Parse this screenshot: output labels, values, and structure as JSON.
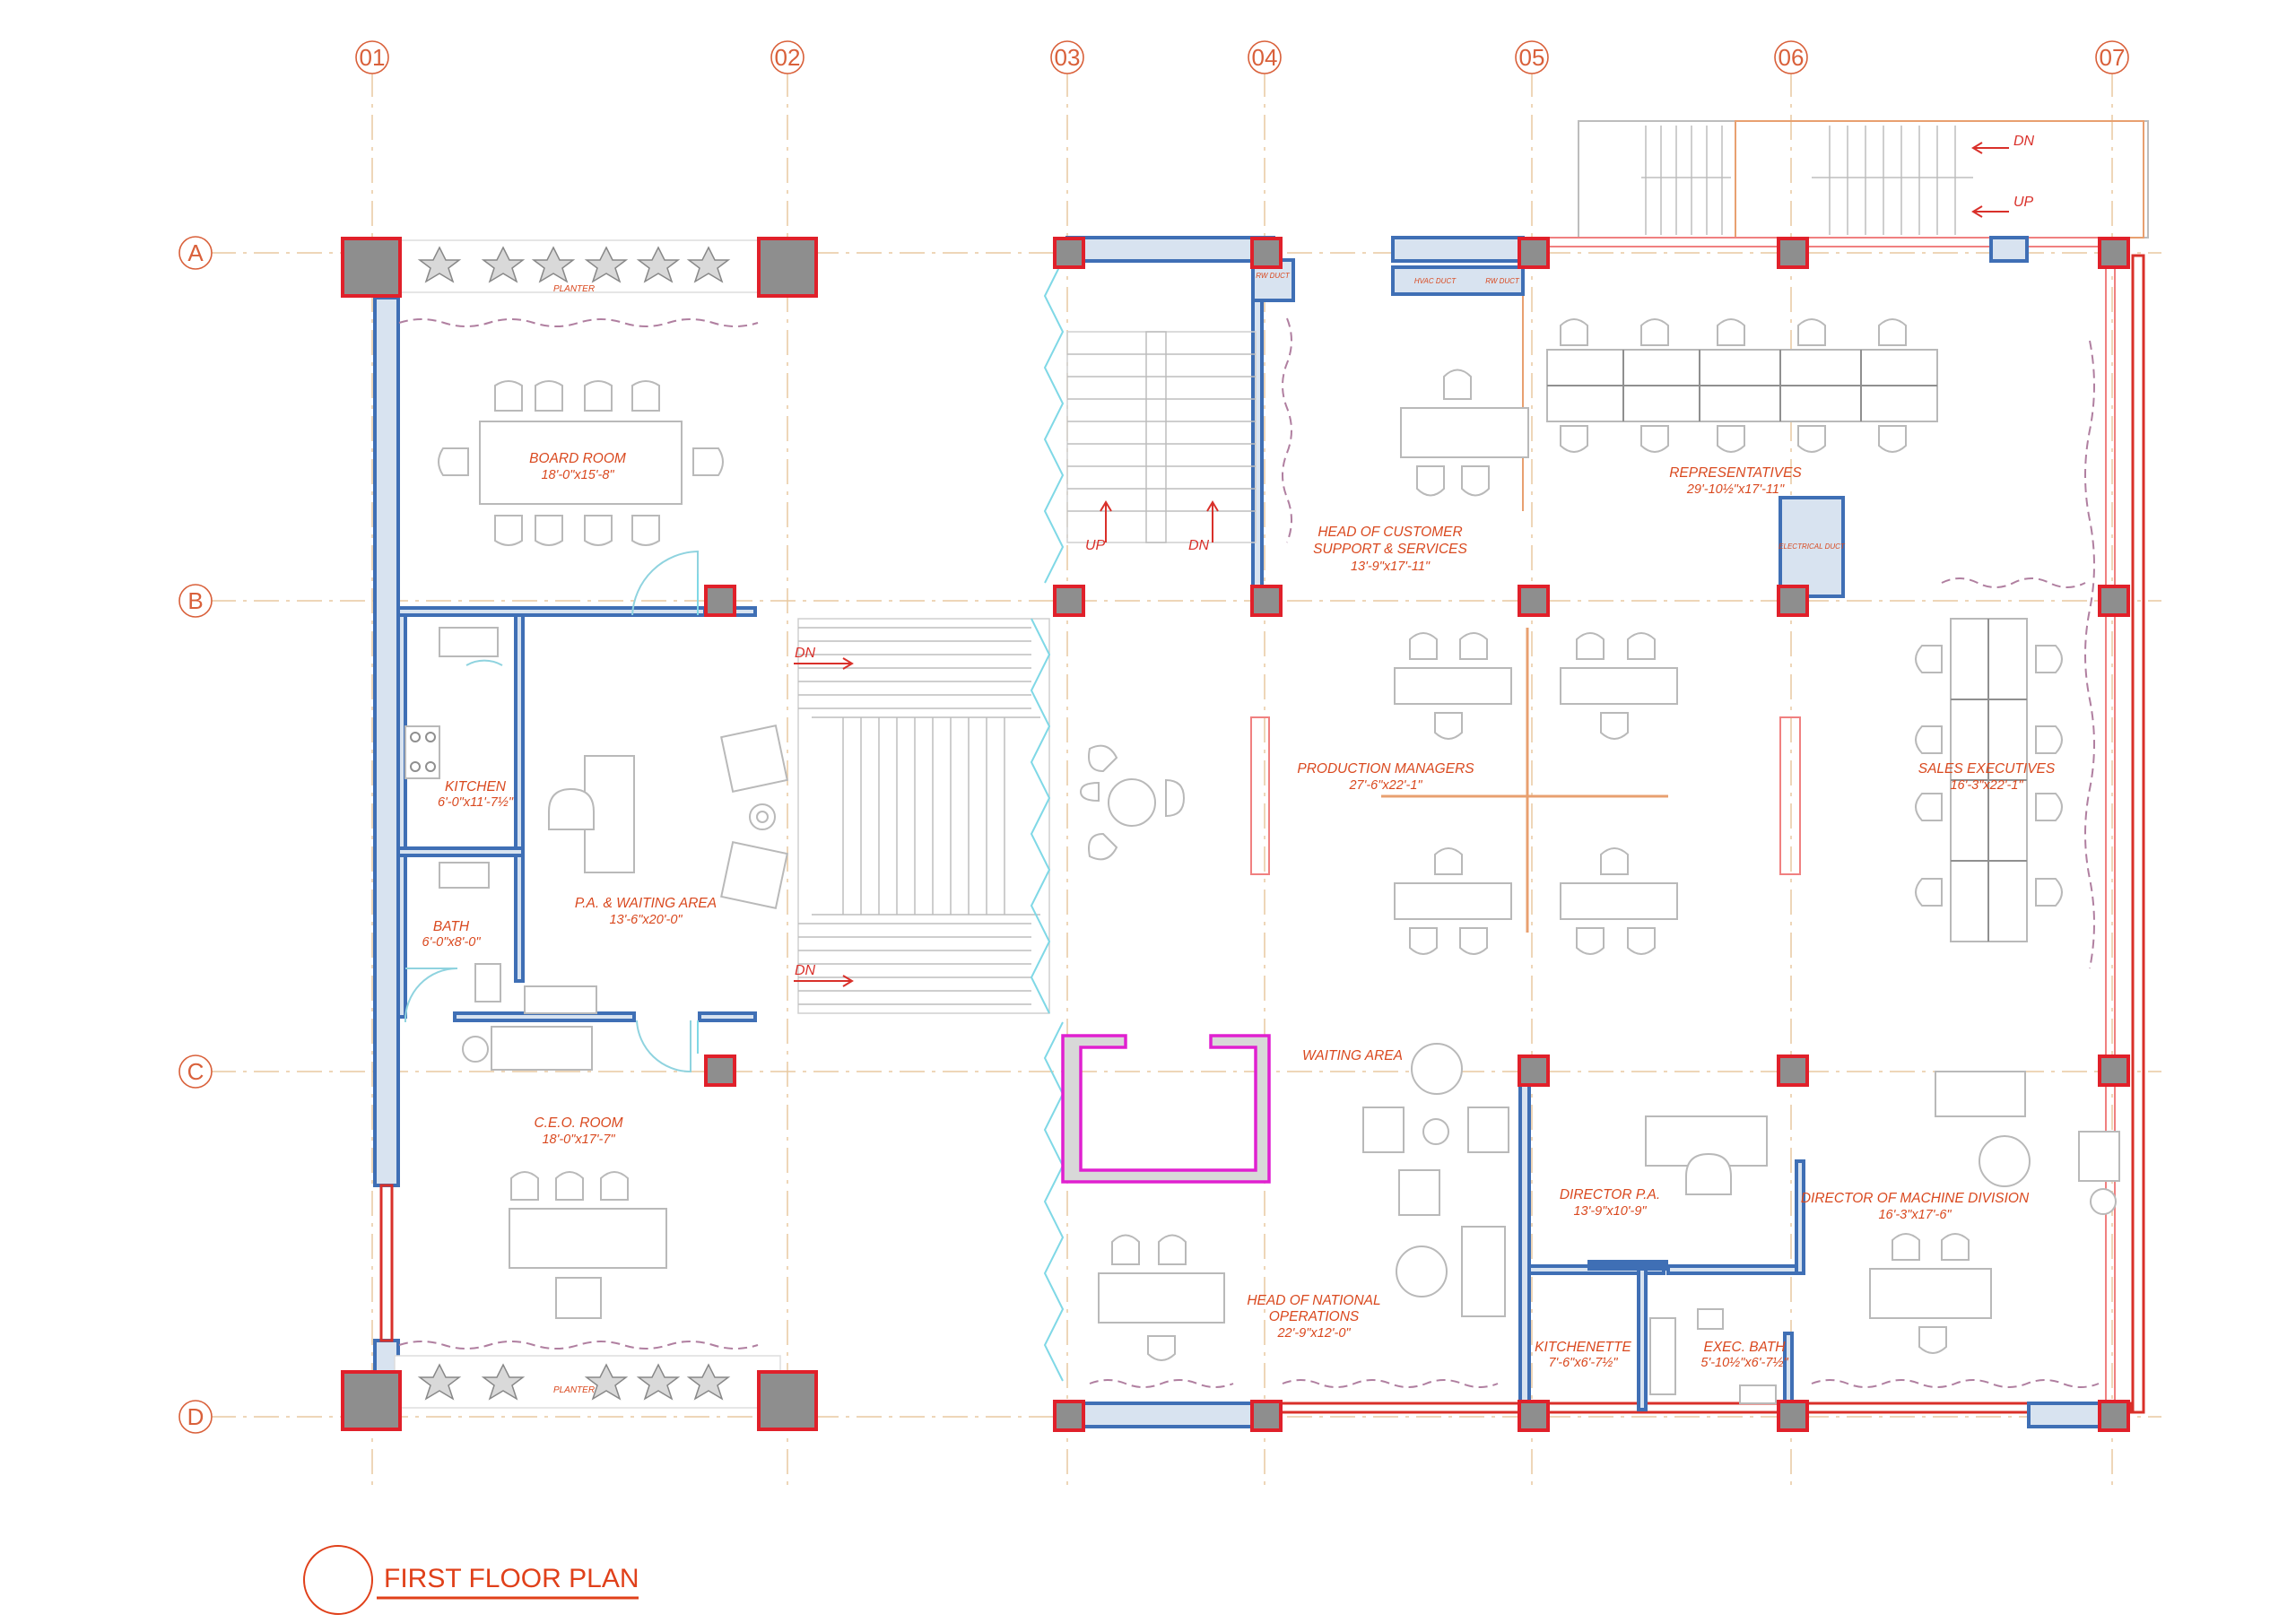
{
  "drawing": {
    "title": "FIRST FLOOR PLAN"
  },
  "grid": {
    "columns": [
      "01",
      "02",
      "03",
      "04",
      "05",
      "06",
      "07"
    ],
    "rows": [
      "A",
      "B",
      "C",
      "D"
    ]
  },
  "rooms": [
    {
      "id": "board-room",
      "name": "BOARD ROOM",
      "dims": "18'-0\"x15'-8\""
    },
    {
      "id": "kitchen",
      "name": "KITCHEN",
      "dims": "6'-0\"x11'-7½\""
    },
    {
      "id": "pa-waiting",
      "name": "P.A. & WAITING AREA",
      "dims": "13'-6\"x20'-0\""
    },
    {
      "id": "bath",
      "name": "BATH",
      "dims": "6'-0\"x8'-0\""
    },
    {
      "id": "ceo-room",
      "name": "C.E.O. ROOM",
      "dims": "18'-0\"x17'-7\""
    },
    {
      "id": "head-customer",
      "name": "HEAD OF CUSTOMER",
      "name2": "SUPPORT & SERVICES",
      "dims": "13'-9\"x17'-11\""
    },
    {
      "id": "representatives",
      "name": "REPRESENTATIVES",
      "dims": "29'-10½\"x17'-11\""
    },
    {
      "id": "production",
      "name": "PRODUCTION MANAGERS",
      "dims": "27'-6\"x22'-1\""
    },
    {
      "id": "sales",
      "name": "SALES EXECUTIVES",
      "dims": "16'-3\"x22'-1\""
    },
    {
      "id": "waiting",
      "name": "WAITING AREA",
      "dims": ""
    },
    {
      "id": "director-pa",
      "name": "DIRECTOR P.A.",
      "dims": "13'-9\"x10'-9\""
    },
    {
      "id": "director-machine",
      "name": "DIRECTOR OF MACHINE DIVISION",
      "dims": "16'-3\"x17'-6\""
    },
    {
      "id": "head-national",
      "name": "HEAD OF NATIONAL",
      "name2": "OPERATIONS",
      "dims": "22'-9\"x12'-0\""
    },
    {
      "id": "kitchenette",
      "name": "KITCHENETTE",
      "dims": "7'-6\"x6'-7½\""
    },
    {
      "id": "exec-bath",
      "name": "EXEC. BATH",
      "dims": "5'-10½\"x6'-7½\""
    }
  ],
  "annotations": {
    "planter": "PLANTER",
    "up": "UP",
    "dn": "DN",
    "rw_duct": "RW DUCT",
    "hvac_duct": "HVAC DUCT",
    "electrical_duct": "ELECTRICAL DUCT"
  }
}
